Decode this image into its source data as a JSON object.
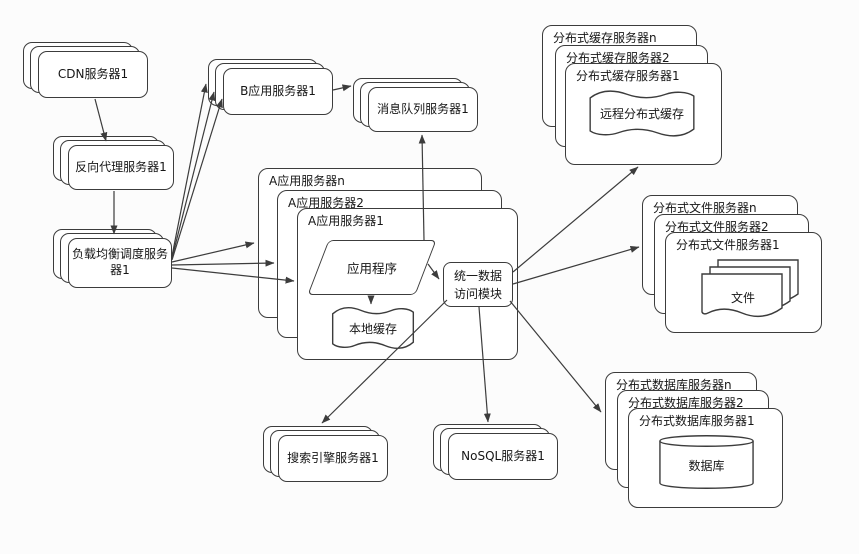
{
  "colors": {
    "background": "#fcfcfc",
    "node_fill": "#ffffff",
    "stroke": "#3c3c3c",
    "text": "#161616"
  },
  "nodes": {
    "cdn": {
      "label": "CDN服务器1"
    },
    "reverse_proxy": {
      "label": "反向代理服务器1"
    },
    "load_balancer": {
      "label": "负载均衡调度服务器1"
    },
    "app_server_b": {
      "label": "B应用服务器1"
    },
    "message_queue": {
      "label": "消息队列服务器1"
    },
    "app_server_a_n": {
      "label": "A应用服务器n"
    },
    "app_server_a_2": {
      "label": "A应用服务器2"
    },
    "app_server_a_1": {
      "label": "A应用服务器1"
    },
    "application": {
      "label": "应用程序"
    },
    "unified_data_access": {
      "label": "统一数据访问模块"
    },
    "local_cache": {
      "label": "本地缓存"
    },
    "dist_cache_n": {
      "label": "分布式缓存服务器n"
    },
    "dist_cache_2": {
      "label": "分布式缓存服务器2"
    },
    "dist_cache_1": {
      "label": "分布式缓存服务器1"
    },
    "remote_cache": {
      "label": "远程分布式缓存"
    },
    "dist_file_n": {
      "label": "分布式文件服务器n"
    },
    "dist_file_2": {
      "label": "分布式文件服务器2"
    },
    "dist_file_1": {
      "label": "分布式文件服务器1"
    },
    "files": {
      "label": "文件"
    },
    "dist_db_n": {
      "label": "分布式数据库服务器n"
    },
    "dist_db_2": {
      "label": "分布式数据库服务器2"
    },
    "dist_db_1": {
      "label": "分布式数据库服务器1"
    },
    "database": {
      "label": "数据库"
    },
    "search_engine": {
      "label": "搜索引擎服务器1"
    },
    "nosql": {
      "label": "NoSQL服务器1"
    }
  },
  "edges": [
    {
      "from": "cdn",
      "to": "reverse_proxy",
      "arrows": 1
    },
    {
      "from": "reverse_proxy",
      "to": "load_balancer",
      "arrows": 1
    },
    {
      "from": "load_balancer",
      "to": "app_server_b",
      "arrows": 3
    },
    {
      "from": "load_balancer",
      "to": "app_server_a",
      "arrows": 3
    },
    {
      "from": "app_server_b",
      "to": "message_queue",
      "arrows": 1
    },
    {
      "from": "application",
      "to": "message_queue",
      "arrows": 1
    },
    {
      "from": "application",
      "to": "unified_data_access",
      "arrows": 1
    },
    {
      "from": "application",
      "to": "local_cache",
      "arrows": 1
    },
    {
      "from": "unified_data_access",
      "to": "dist_cache_1",
      "arrows": 1
    },
    {
      "from": "unified_data_access",
      "to": "dist_file_n",
      "arrows": 1
    },
    {
      "from": "unified_data_access",
      "to": "dist_db_n",
      "arrows": 1
    },
    {
      "from": "unified_data_access",
      "to": "search_engine",
      "arrows": 1
    },
    {
      "from": "unified_data_access",
      "to": "nosql",
      "arrows": 1
    }
  ]
}
